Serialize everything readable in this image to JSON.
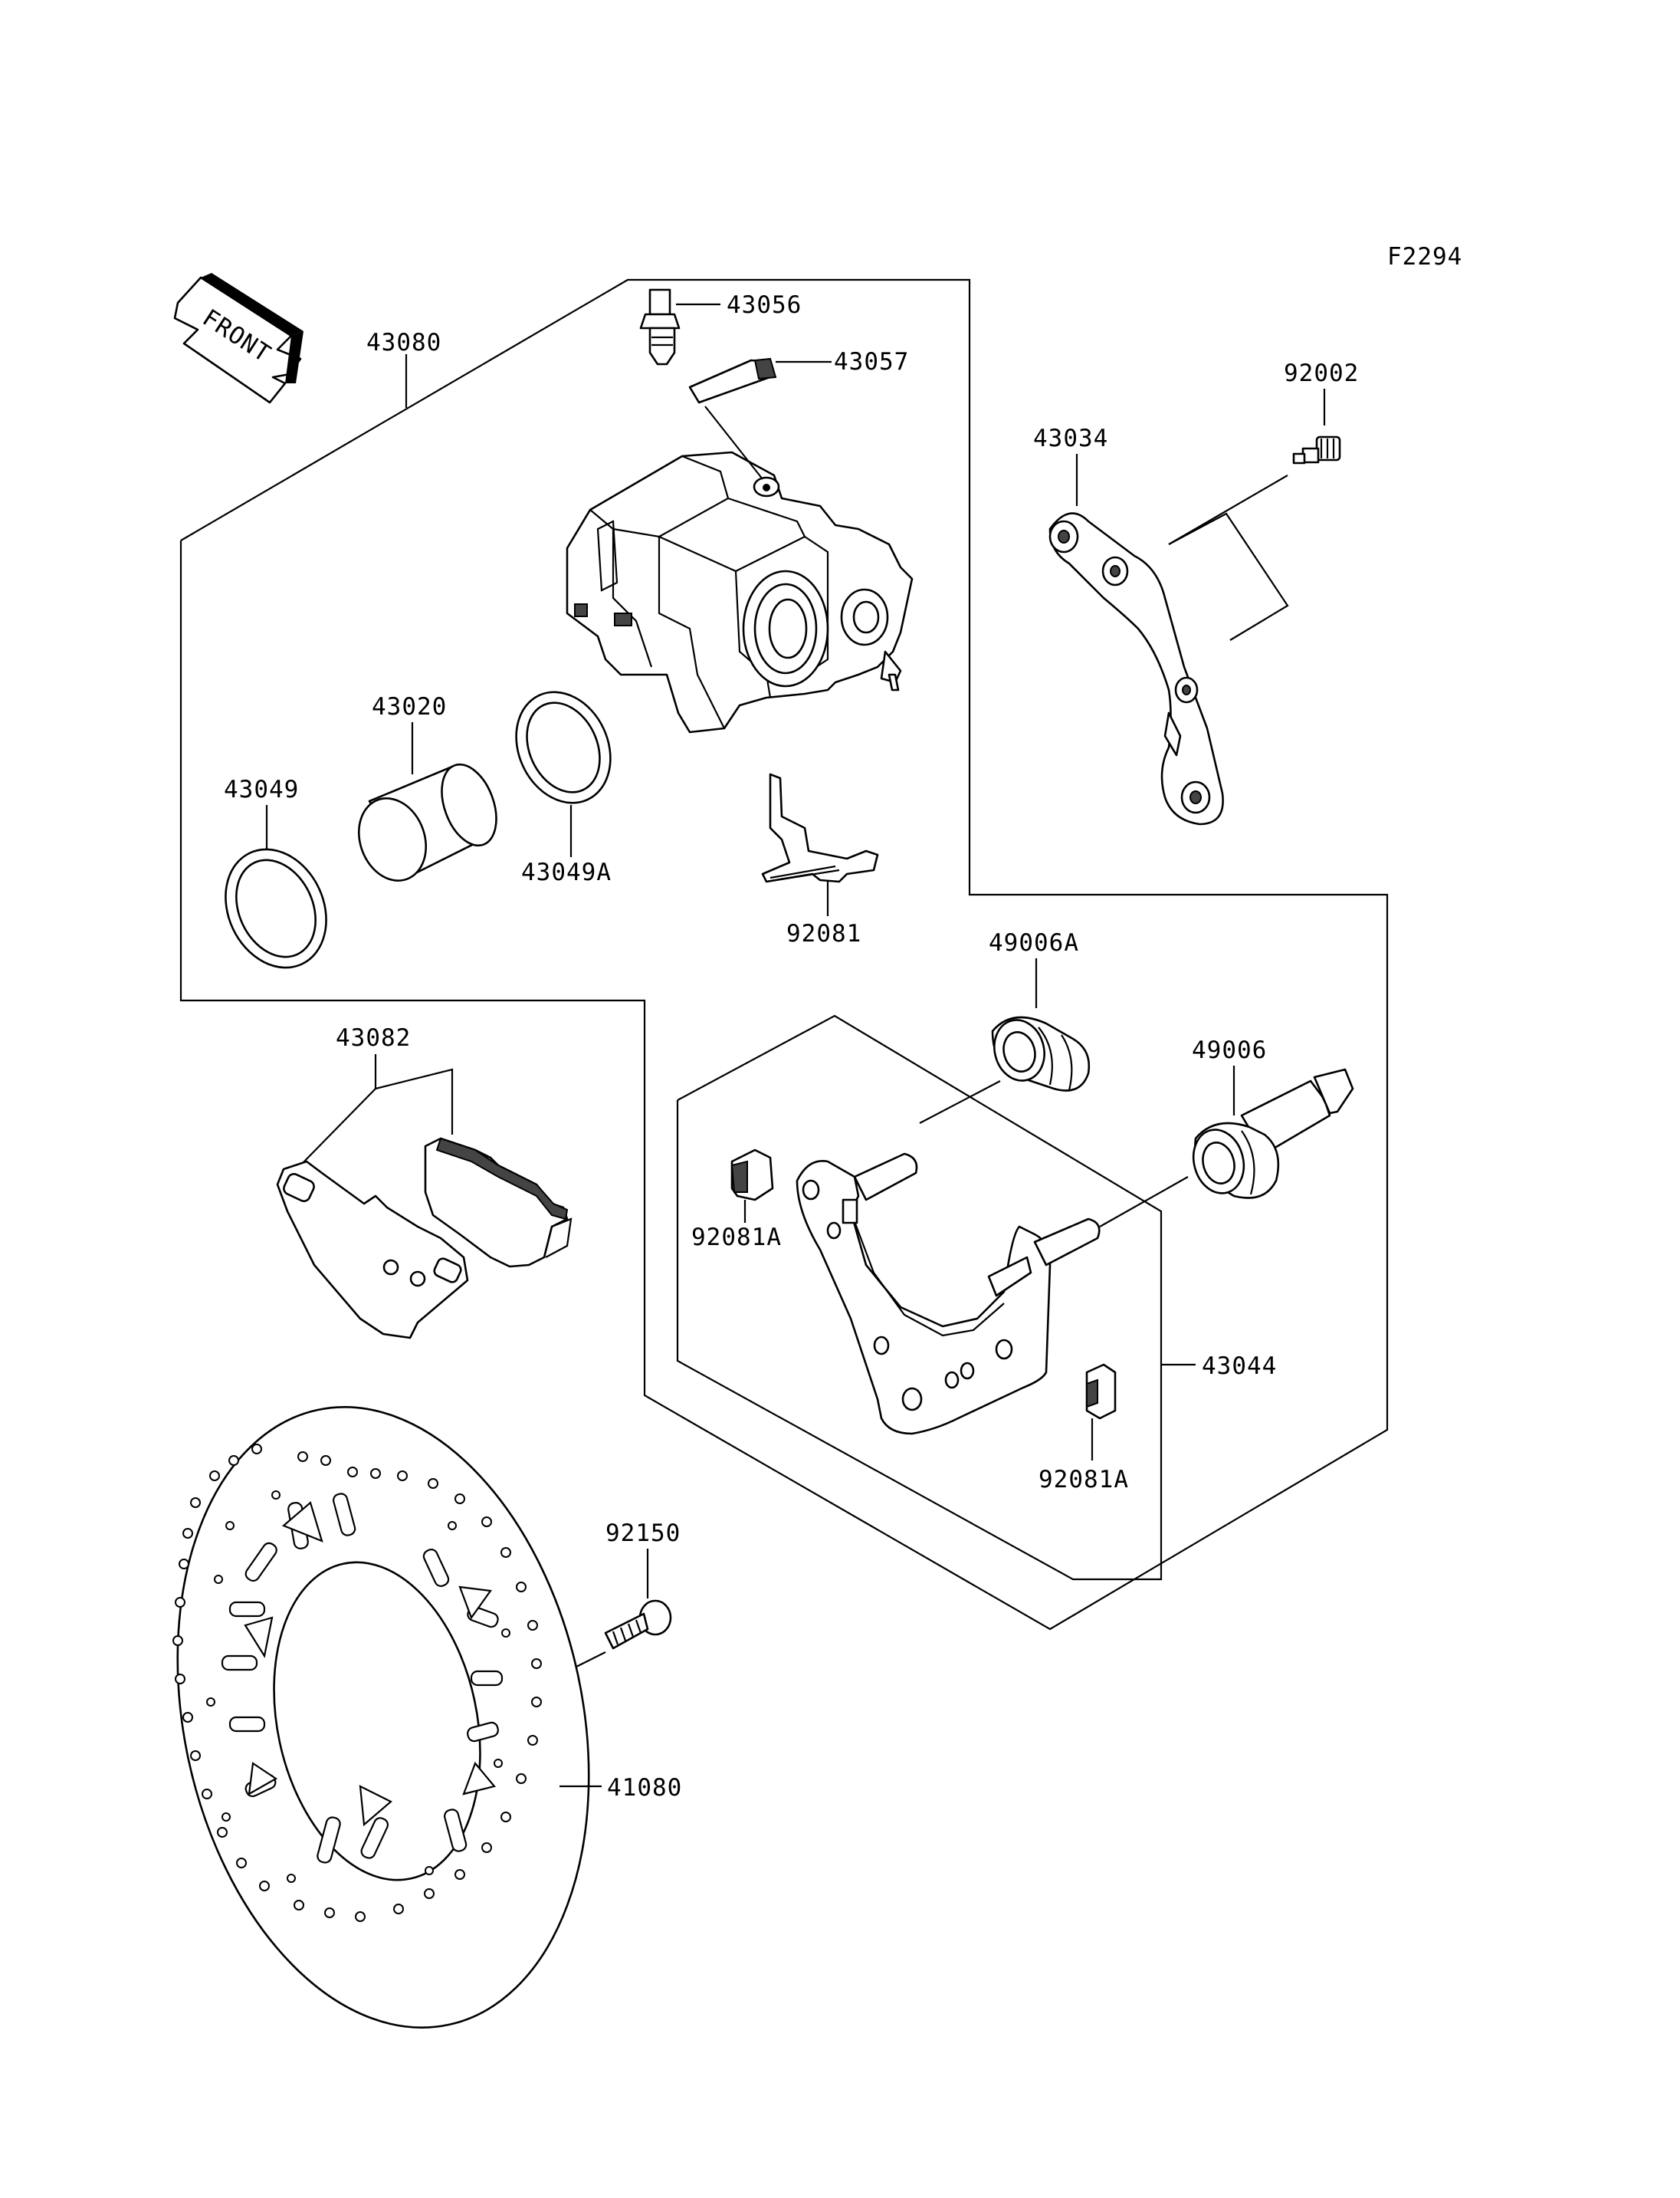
{
  "figure_code": "F2294",
  "front_label": "FRONT",
  "parts": {
    "p43080": "43080",
    "p43056": "43056",
    "p43057": "43057",
    "p92002": "92002",
    "p43034": "43034",
    "p43020": "43020",
    "p43049": "43049",
    "p43049A": "43049A",
    "p92081": "92081",
    "p49006A": "49006A",
    "p43082": "43082",
    "p49006": "49006",
    "p92081A_left": "92081A",
    "p43044": "43044",
    "p92081A_right": "92081A",
    "p92150": "92150",
    "p41080": "41080"
  }
}
